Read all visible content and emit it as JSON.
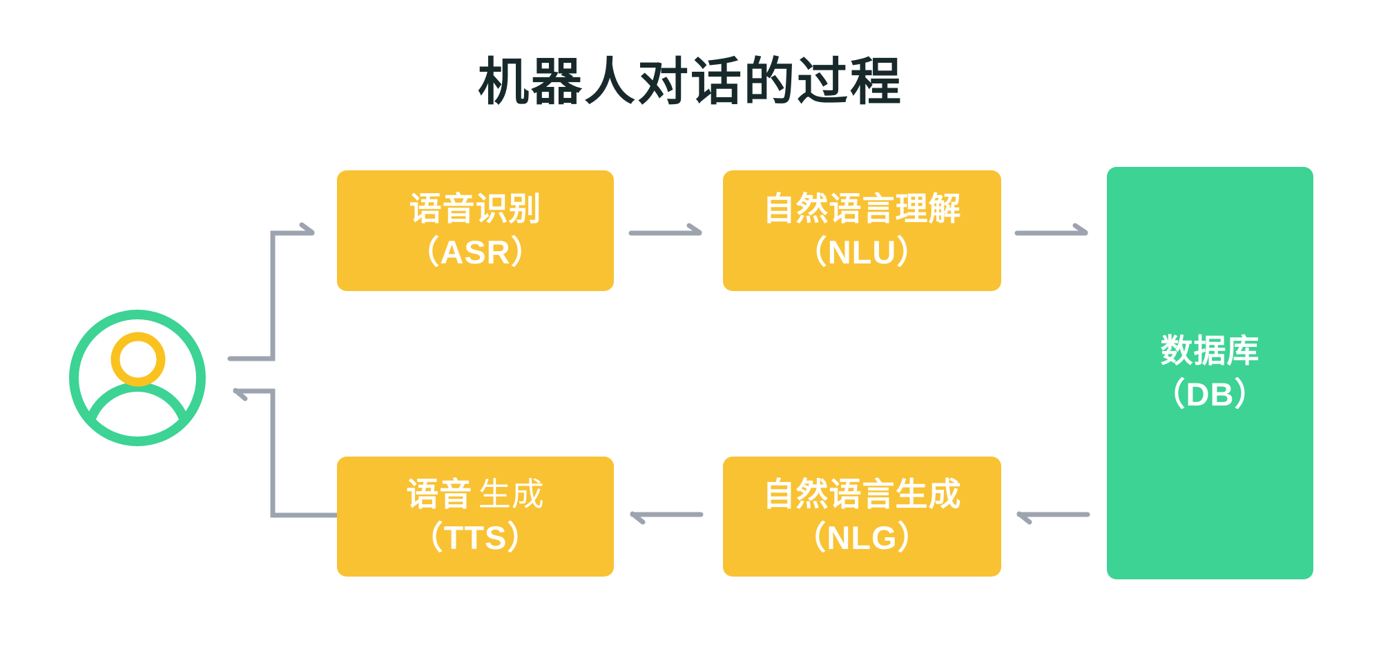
{
  "title": "机器人对话的过程",
  "nodes": {
    "asr": {
      "line1": "语音识别",
      "line2": "（ASR）"
    },
    "nlu": {
      "line1": "自然语言理解",
      "line2": "（NLU）"
    },
    "tts": {
      "line1_bold": "语音",
      "line1_light": "生成",
      "line2": "（TTS）"
    },
    "nlg": {
      "line1": "自然语言生成",
      "line2": "（NLG）"
    },
    "db": {
      "line1": "数据库",
      "line2": "（DB）"
    }
  },
  "icons": {
    "user": "user-avatar-icon"
  },
  "edges": [
    {
      "from": "user",
      "to": "asr"
    },
    {
      "from": "asr",
      "to": "nlu"
    },
    {
      "from": "nlu",
      "to": "db"
    },
    {
      "from": "db",
      "to": "nlg"
    },
    {
      "from": "nlg",
      "to": "tts"
    },
    {
      "from": "tts",
      "to": "user"
    }
  ],
  "colors": {
    "box_yellow": "#F9C233",
    "box_green": "#3CD394",
    "arrow_gray": "#9DA4AF",
    "title_text": "#17292B",
    "box_text": "#FFFFFF",
    "icon_green": "#3CD394",
    "icon_yellow": "#F9C21E",
    "background": "#FFFFFF"
  }
}
